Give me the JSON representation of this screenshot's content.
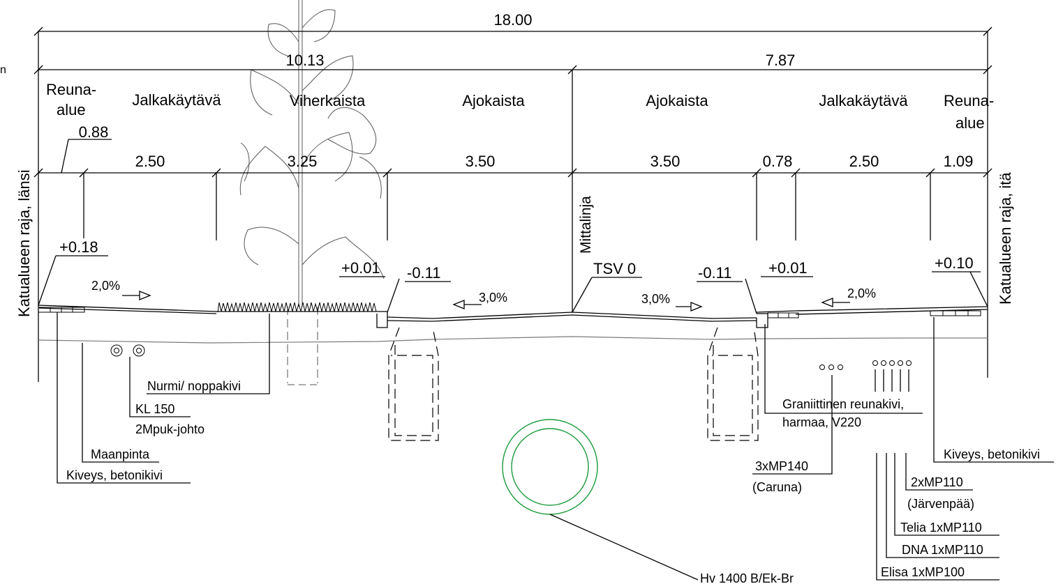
{
  "dimensions": {
    "total": "18.00",
    "west_part": "10.13",
    "east_part": "7.87",
    "segments": [
      "0.88",
      "2.50",
      "3.25",
      "3.50",
      "3.50",
      "0.78",
      "2.50",
      "1.09"
    ]
  },
  "zones": {
    "reuna_left": [
      "Reuna-",
      "alue"
    ],
    "jalkakaytava_left": "Jalkakäytävä",
    "viherkaista": "Viherkaista",
    "ajokaista_left": "Ajokaista",
    "ajokaista_right": "Ajokaista",
    "jalkakaytava_right": "Jalkakäytävä",
    "reuna_right": [
      "Reuna-",
      "alue"
    ]
  },
  "boundaries": {
    "west": "Katualueen raja, länsi",
    "east": "Katualueen raja, itä",
    "center": "Mittalinja"
  },
  "elevations": {
    "left_edge": "+0.18",
    "curb_top_left": "+0.01",
    "gutter_left": "-0.11",
    "center": "TSV 0",
    "gutter_right": "-0.11",
    "curb_top_right": "+0.01",
    "right_edge": "+0.10"
  },
  "slopes": {
    "left_sidewalk": "2,0%",
    "left_lane": "3,0%",
    "right_lane": "3,0%",
    "right_sidewalk": "2,0%"
  },
  "labels": {
    "nurmi": "Nurmi/ noppakivi",
    "kl150": "KL 150",
    "mpuk": "2Mpuk-johto",
    "maanpinta": "Maanpinta",
    "kiveys_left": "Kiveys, betonikivi",
    "reunakivi_1": "Graniittinen reunakivi,",
    "reunakivi_2": "harmaa, V220",
    "kiveys_right": "Kiveys, betonikivi",
    "mp140": "3xMP140",
    "caruna": "(Caruna)",
    "mp110": "2xMP110",
    "jarvenpaa": "(Järvenpää)",
    "telia": "Telia 1xMP110",
    "dna": "DNA 1xMP110",
    "elisa": "Elisa 1xMP100",
    "hv": "Hv 1400 B/Ek-Br",
    "edge_fragment": "n"
  },
  "colors": {
    "line": "#000000",
    "ground": "#7a7a7a",
    "water_pipe": "#1a9a3a"
  }
}
